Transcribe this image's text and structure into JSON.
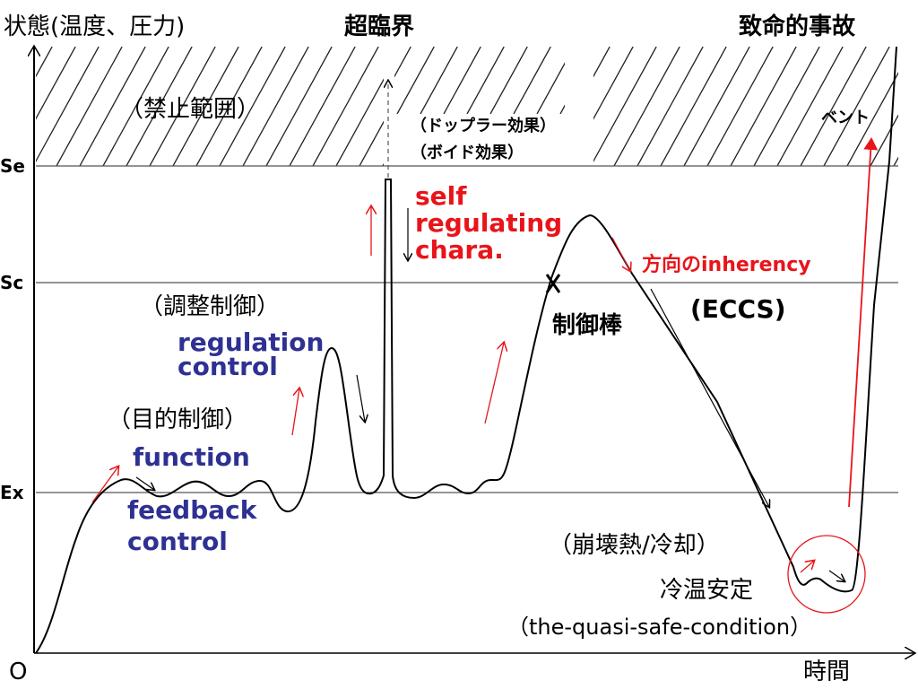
{
  "axes": {
    "y_label": "状態(温度、圧力)",
    "x_label": "時間",
    "origin": "O"
  },
  "levels": {
    "se": "Se",
    "sc": "Sc",
    "ex": "Ex"
  },
  "headers": {
    "supercritical": "超臨界",
    "fatal_accident": "致命的事故"
  },
  "zones": {
    "forbidden": "（禁止範囲）"
  },
  "annotations": {
    "doppler": "（ドップラー効果）",
    "void": "（ボイド効果）",
    "vent": "ベント",
    "adjust_control": "（調整制御）",
    "regulation_1": "regulation",
    "regulation_2": "control",
    "purpose_control": "（目的制御）",
    "function": "function",
    "feedback_1": "feedback",
    "feedback_2": "control",
    "self_1": "self",
    "self_2": "regulating",
    "self_3": "chara.",
    "direction_inherency": "方向のinherency",
    "eccs": "(ECCS)",
    "control_rod": "制御棒",
    "decay_heat": "（崩壊熱/冷却）",
    "cold_stable": "冷温安定",
    "quasi_safe": "（the-quasi-safe-condition）"
  },
  "colors": {
    "ink": "#000000",
    "blue": "#2e3192",
    "red": "#e8141a",
    "grid": "#555555"
  }
}
